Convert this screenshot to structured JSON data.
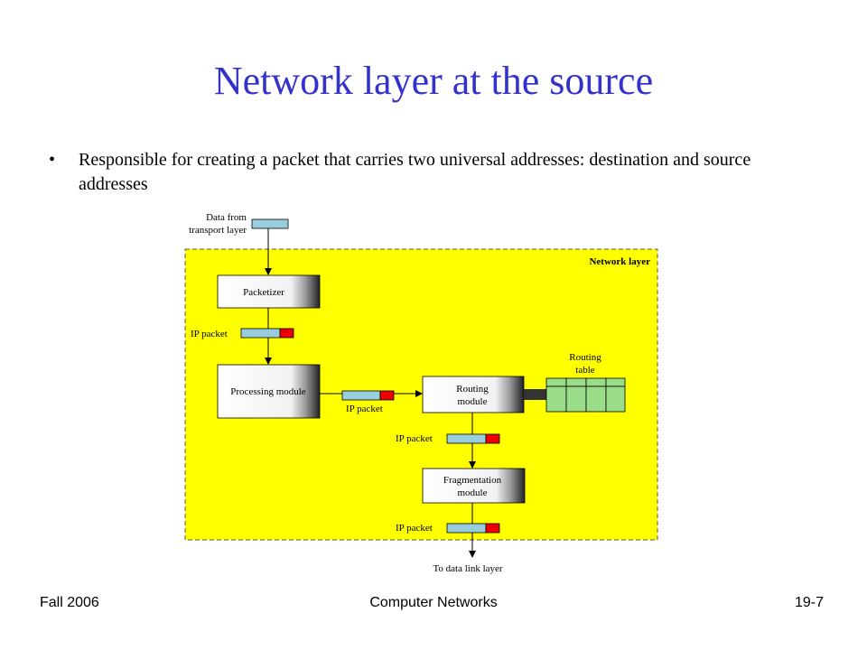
{
  "slide": {
    "title": "Network layer at the source",
    "bullet": "Responsible for creating a packet that carries two universal addresses: destination and source addresses"
  },
  "diagram": {
    "input_label": [
      "Data from",
      "transport layer"
    ],
    "region_label": "Network layer",
    "packetizer": "Packetizer",
    "processing": "Processing module",
    "routing": [
      "Routing",
      "module"
    ],
    "routing_table": [
      "Routing",
      "table"
    ],
    "fragmentation": [
      "Fragmentation",
      "module"
    ],
    "ip_packet": "IP packet",
    "output_label": "To data link layer",
    "colors": {
      "region_fill": "#ffff00",
      "data_block": "#99ccdd",
      "header_block": "#ee0000",
      "table_fill": "#99dd88"
    }
  },
  "footer": {
    "left": "Fall 2006",
    "center": "Computer Networks",
    "right": "19-7"
  }
}
